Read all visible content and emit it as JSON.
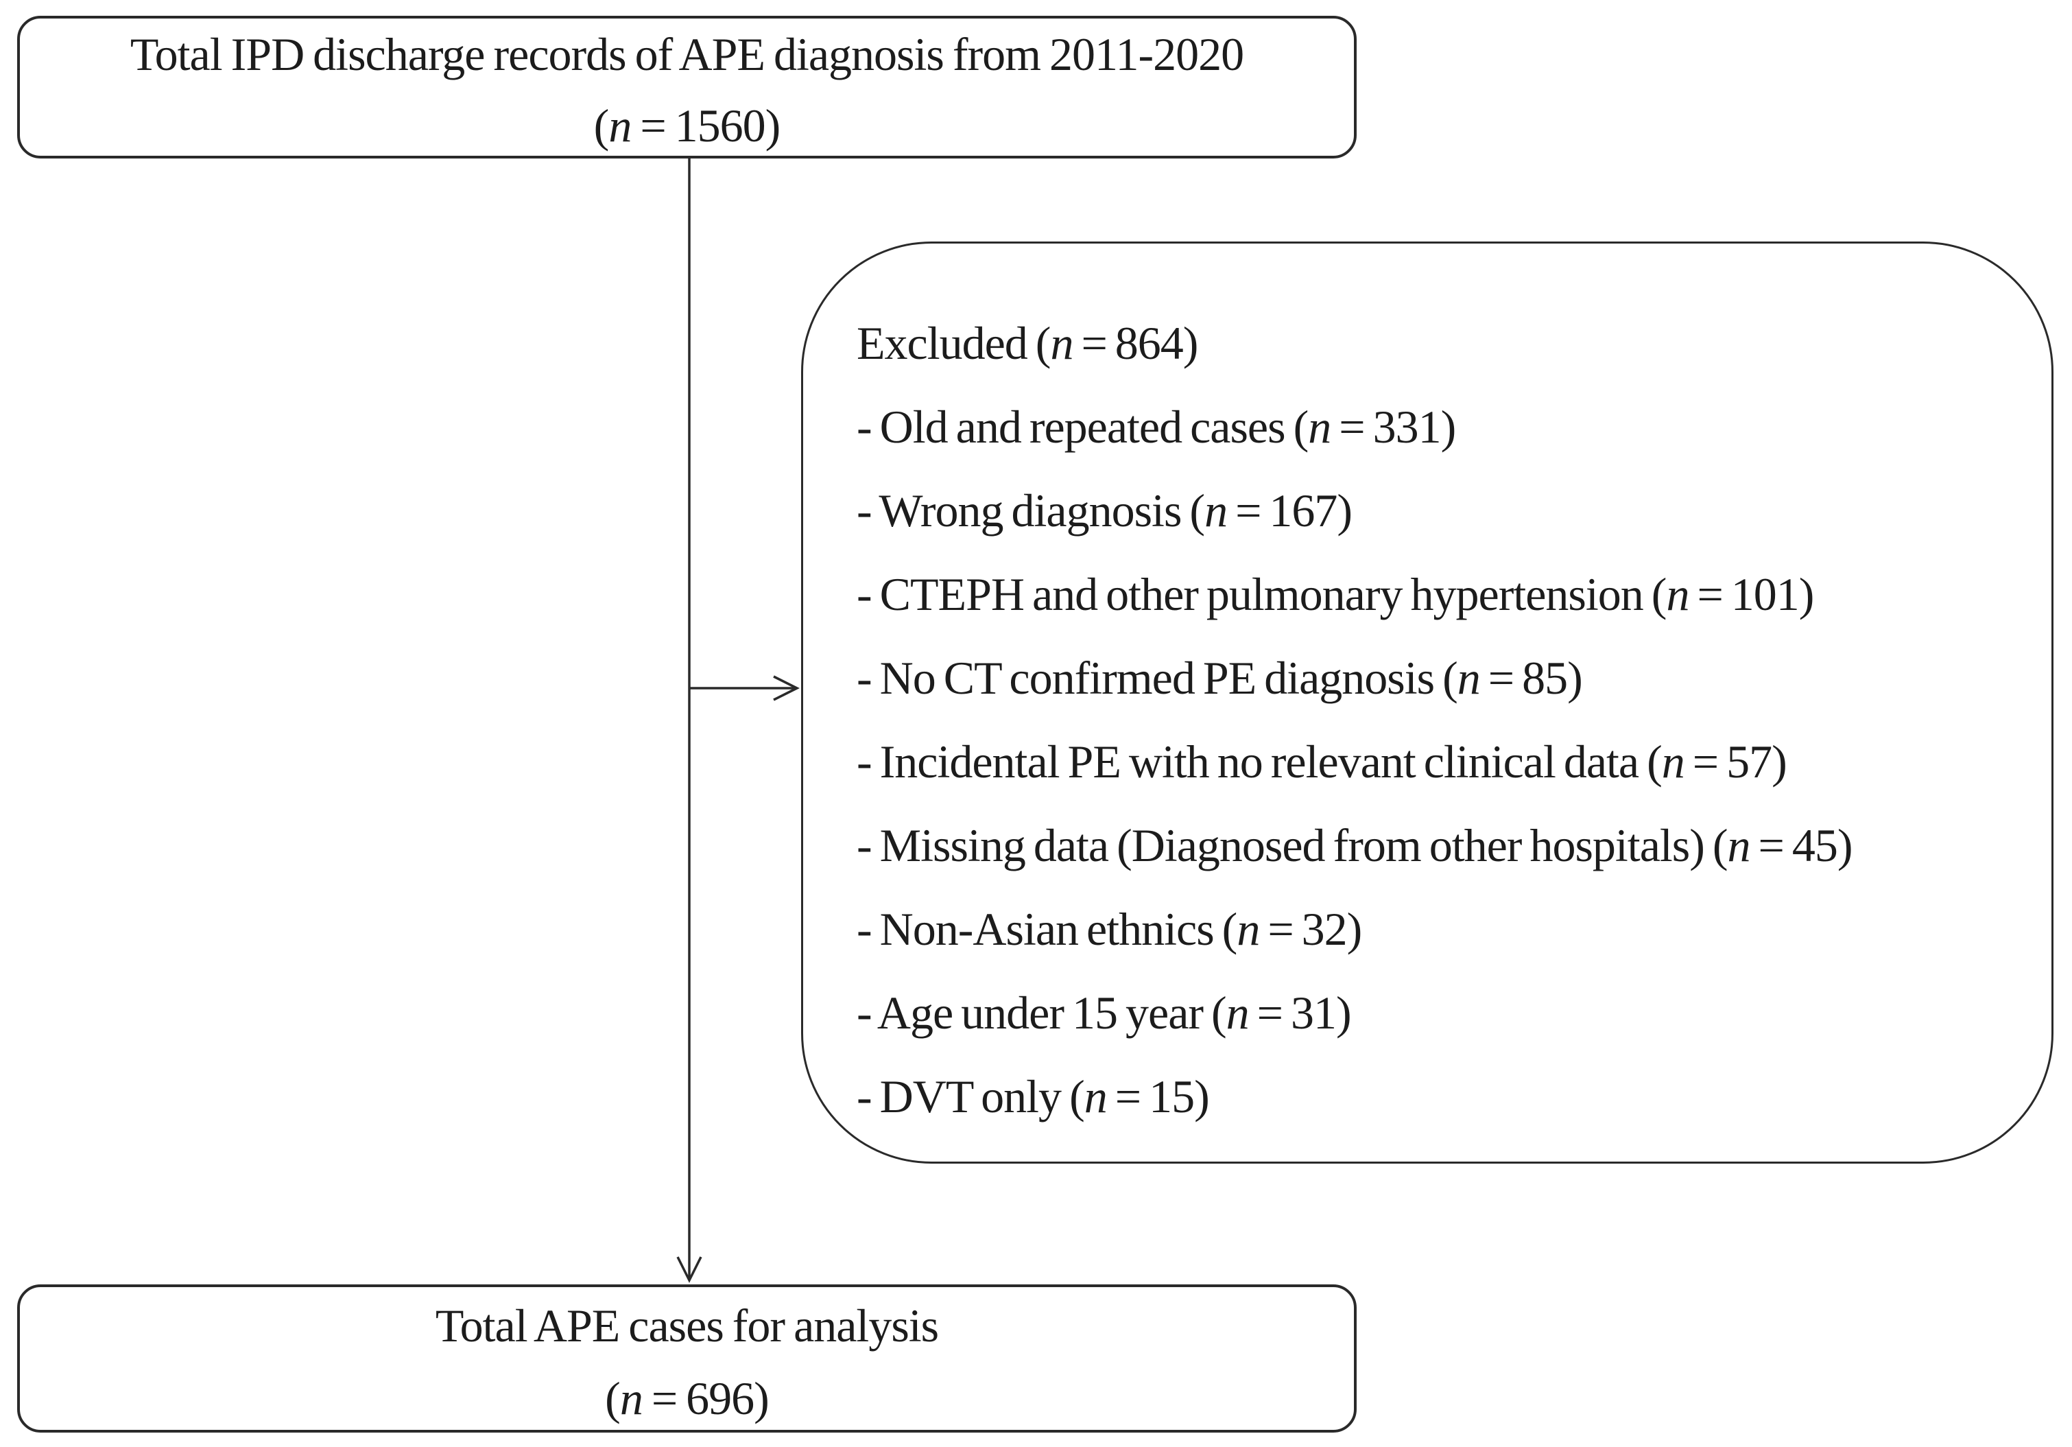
{
  "styling": {
    "ink_color": "#1c1c1c",
    "line_color": "#2a2a2a",
    "background_color": "#ffffff"
  },
  "diagram": {
    "top_box": {
      "title": "Total IPD discharge records of APE diagnosis from 2011-2020",
      "n_expr": {
        "pre": "(",
        "var": "n",
        "post": " = 1560)"
      }
    },
    "excluded_box": {
      "header": {
        "text": "Excluded ",
        "n_expr": {
          "pre": "(",
          "var": "n",
          "post": " = 864)"
        }
      },
      "items": [
        {
          "text": "- Old and repeated cases ",
          "n_expr": {
            "pre": "(",
            "var": "n",
            "post": " = 331)"
          }
        },
        {
          "text": "- Wrong diagnosis ",
          "n_expr": {
            "pre": "(",
            "var": "n",
            "post": " = 167)"
          }
        },
        {
          "text": "- CTEPH and other pulmonary hypertension ",
          "n_expr": {
            "pre": "(",
            "var": "n",
            "post": " = 101)"
          }
        },
        {
          "text": "- No CT confirmed PE diagnosis ",
          "n_expr": {
            "pre": "(",
            "var": "n",
            "post": " = 85)"
          }
        },
        {
          "text": "- Incidental PE with no relevant clinical data ",
          "n_expr": {
            "pre": "(",
            "var": "n",
            "post": " = 57)"
          }
        },
        {
          "text": "- Missing data (Diagnosed from other hospitals) ",
          "n_expr": {
            "pre": "(",
            "var": "n",
            "post": " = 45)"
          }
        },
        {
          "text": "- Non-Asian ethnics ",
          "n_expr": {
            "pre": "(",
            "var": "n",
            "post": " = 32)"
          }
        },
        {
          "text": "- Age under 15 year ",
          "n_expr": {
            "pre": "(",
            "var": "n",
            "post": " = 31)"
          }
        },
        {
          "text": "- DVT only ",
          "n_expr": {
            "pre": "(",
            "var": "n",
            "post": " = 15)"
          }
        }
      ]
    },
    "bottom_box": {
      "title": "Total APE cases for analysis",
      "n_expr": {
        "pre": "(",
        "var": "n",
        "post": " = 696)"
      }
    }
  }
}
